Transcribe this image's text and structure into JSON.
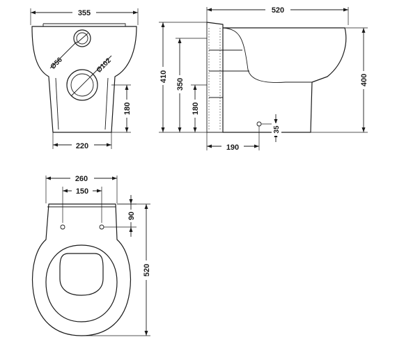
{
  "front_view": {
    "overall_width": "355",
    "base_width": "220",
    "outlet_height": "180",
    "inlet_diameter": "Ø56",
    "outlet_diameter": "Ø102"
  },
  "side_view": {
    "overall_length": "520",
    "overall_height": "410",
    "rim_height": "400",
    "inlet_height": "350",
    "outlet_height": "180",
    "outlet_offset": "190",
    "fixing_height": "35"
  },
  "top_view": {
    "seat_width": "260",
    "fixing_centres": "150",
    "fixing_setback": "90",
    "overall_length": "520"
  }
}
